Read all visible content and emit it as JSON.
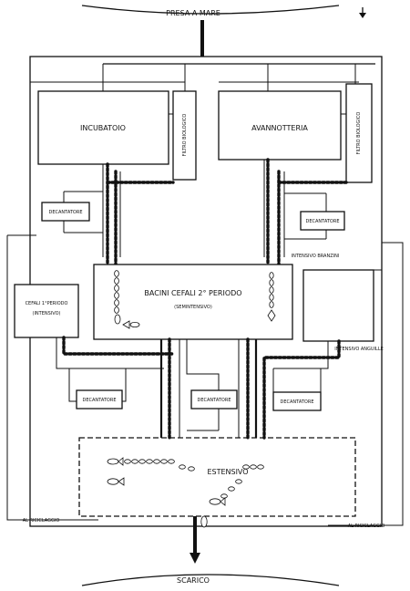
{
  "labels": {
    "sea_intake": "PRESA A MARE",
    "incubator": "INCUBATOIO",
    "bio_filter_left": "FILTRO BIOLOGICO",
    "nursery": "AVANNOTTERIA",
    "bio_filter_right": "FILTRO BIOLOGICO",
    "decanter_1": "DECANTATORE",
    "decanter_2": "DECANTATORE",
    "decanter_3": "DECANTATORE",
    "decanter_4": "DECANTATORE",
    "decanter_5": "DECANTATORE",
    "bream_intensive": "INTENSIVO BRANZINI",
    "mullet_period_1": "CEFALI 1°PERIODO",
    "mullet_period_1_sub": "(INTENSIVO)",
    "basin_period_2": "BACINI CEFALI 2° PERIODO",
    "basin_period_2_sub": "(SEMINTENSIVO)",
    "eel_intensive": "INTENSIVO ANGUILLE",
    "extensive": "ESTENSIVO",
    "recycle_left": "AL RICICLAGGIO",
    "recycle_right": "AL RICICLAGGIO",
    "discharge": "SCARICO"
  },
  "icons": {
    "direction_arrow": "down-arrow-icon",
    "fish": "fish-icon"
  }
}
